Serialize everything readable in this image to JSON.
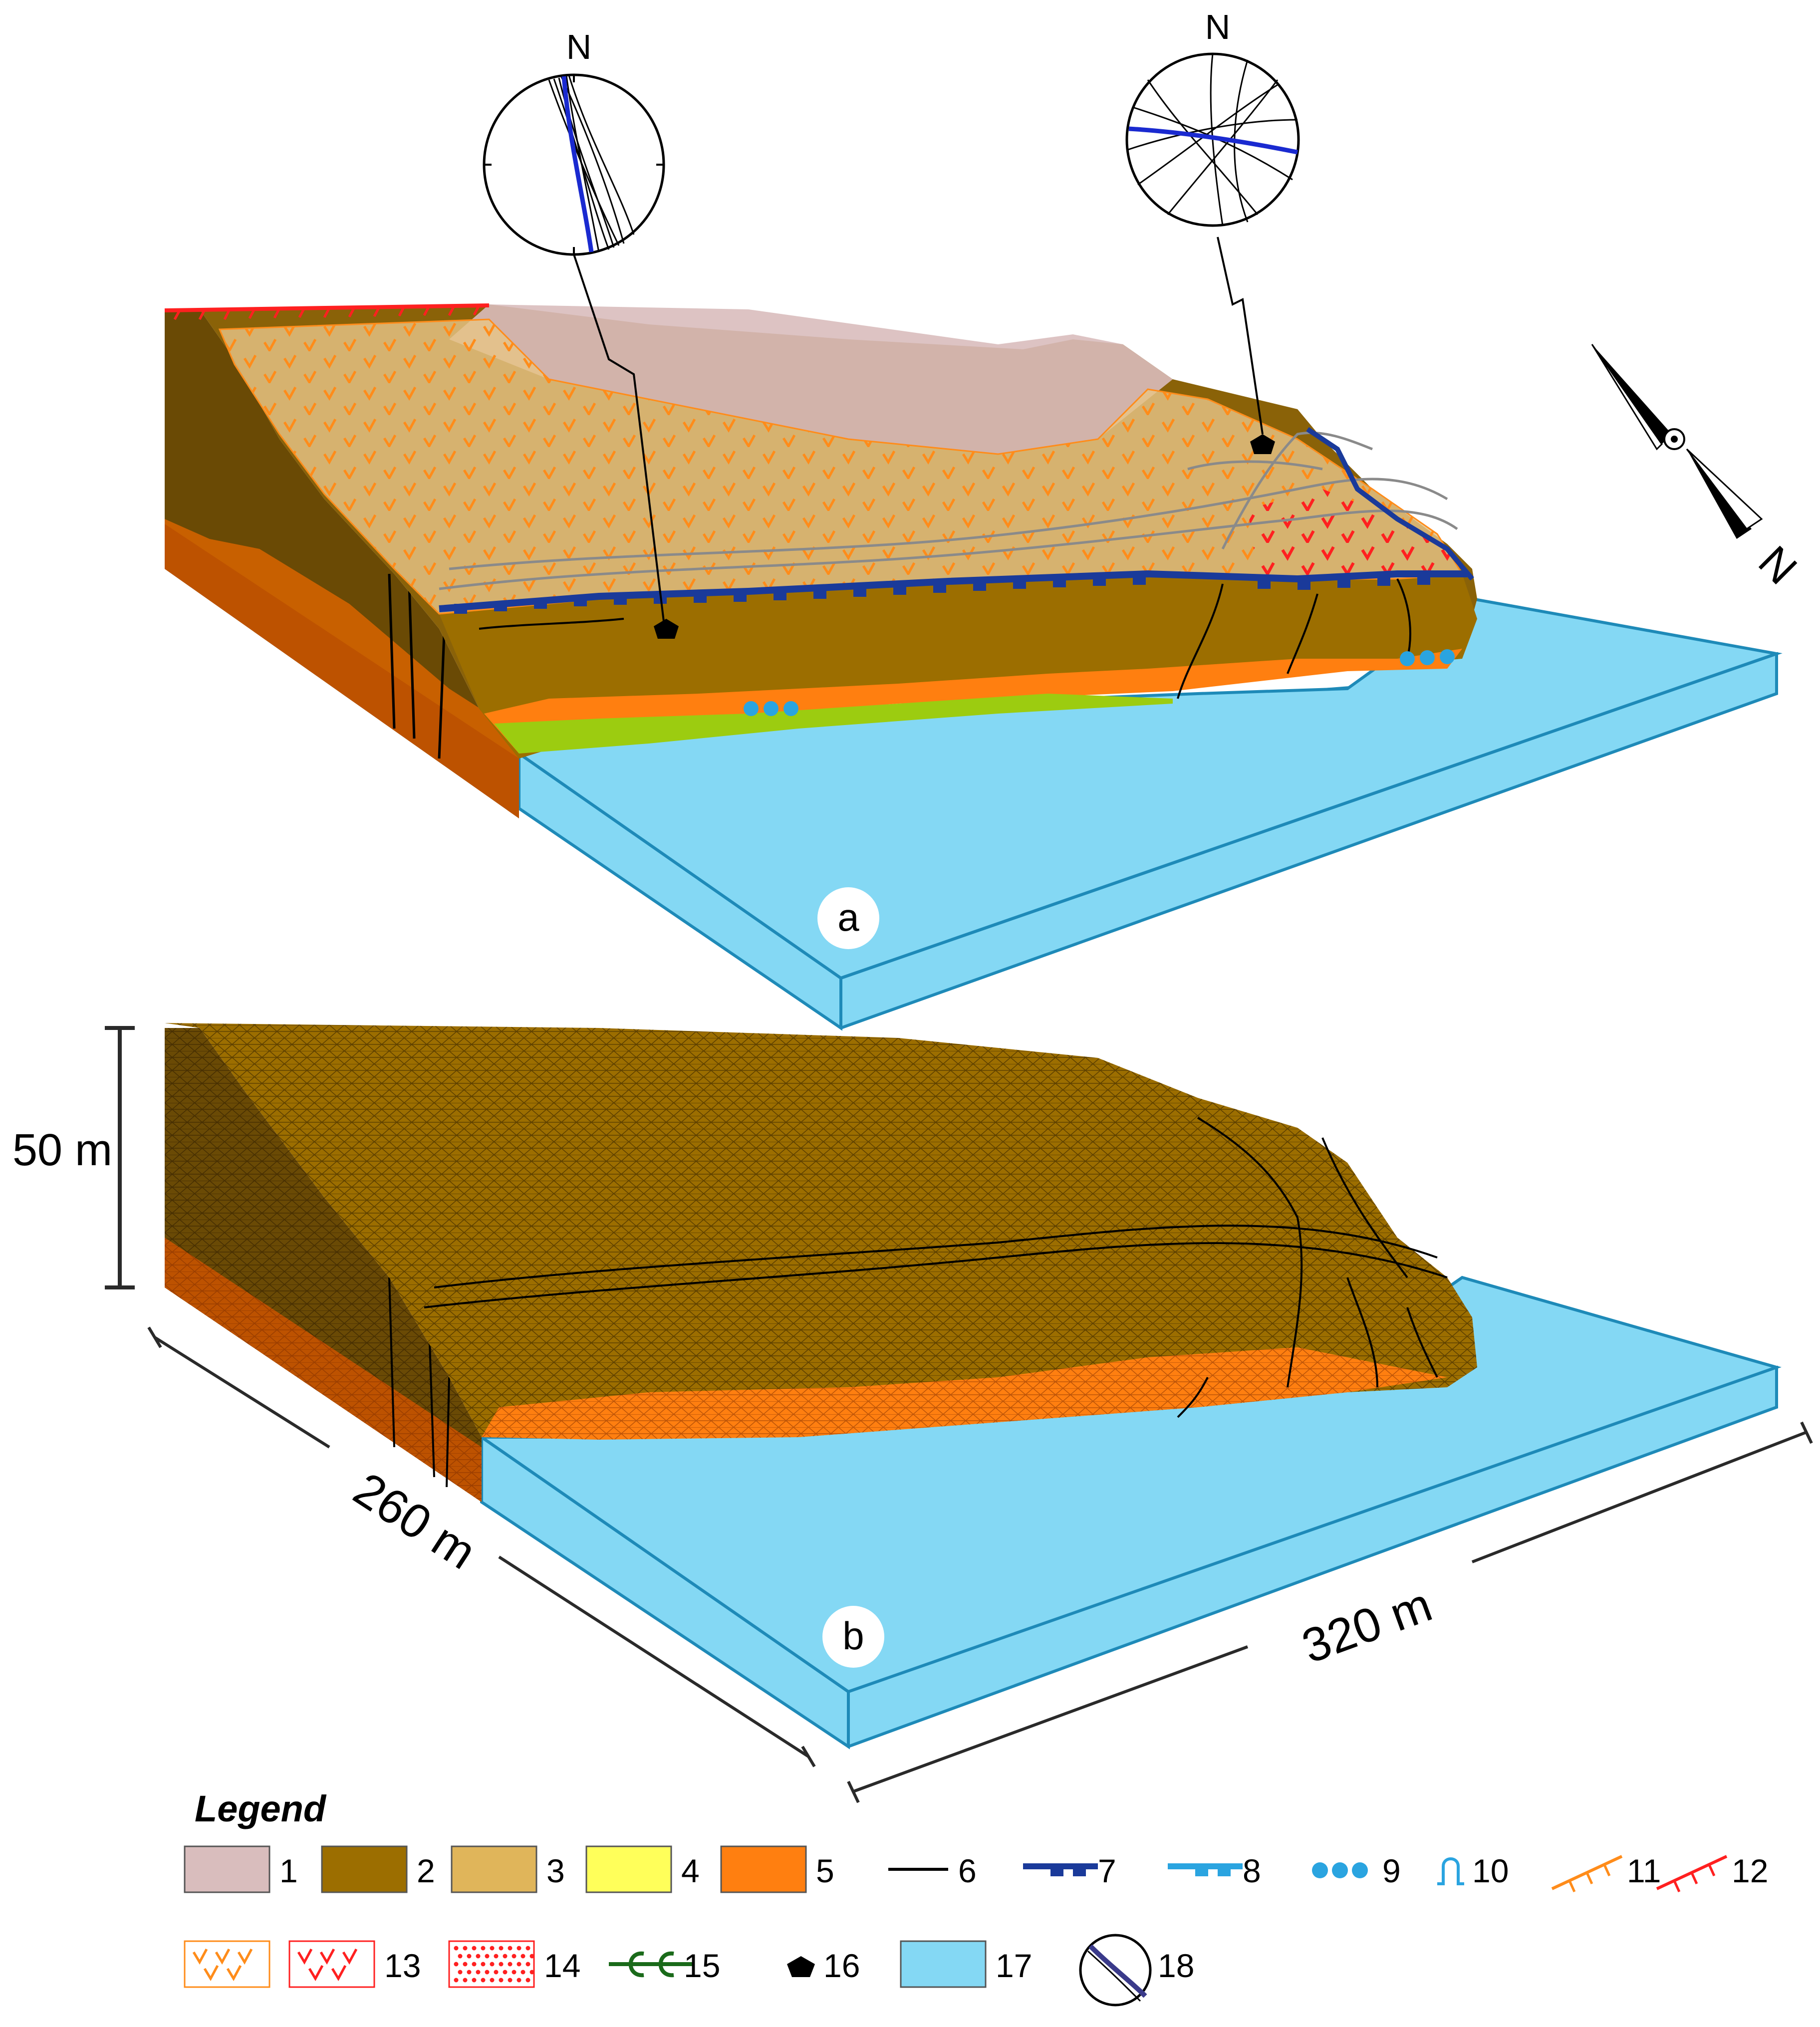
{
  "panels": [
    {
      "id": "a",
      "label": "a"
    },
    {
      "id": "b",
      "label": "b"
    }
  ],
  "stereonets": [
    {
      "north_label": "N"
    },
    {
      "north_label": "N"
    }
  ],
  "scale": {
    "height_label": "50 m",
    "width_label": "260 m",
    "length_label": "320 m"
  },
  "north_arrow": {
    "label": "N"
  },
  "legend": {
    "title": "Legend",
    "items": [
      {
        "num": "1",
        "color": "#d9bdbd",
        "swatch": "fill"
      },
      {
        "num": "2",
        "color": "#9c6e00",
        "swatch": "fill"
      },
      {
        "num": "3",
        "color": "#e0b55a",
        "swatch": "fill"
      },
      {
        "num": "4",
        "color": "#ffff5a",
        "swatch": "fill"
      },
      {
        "num": "5",
        "color": "#ff7f10",
        "swatch": "fill"
      },
      {
        "num": "6",
        "color": "#000000",
        "swatch": "line"
      },
      {
        "num": "7",
        "color": "#1a3a9a",
        "swatch": "dark-blue-block-line"
      },
      {
        "num": "8",
        "color": "#2aa4e0",
        "swatch": "light-blue-block-line"
      },
      {
        "num": "9",
        "color": "#2aa4e0",
        "swatch": "dots"
      },
      {
        "num": "10",
        "color": "#2aa4e0",
        "swatch": "spring"
      },
      {
        "num": "11",
        "color": "#ff8c1a",
        "swatch": "orange-tick-line"
      },
      {
        "num": "12",
        "color": "#ff2020",
        "swatch": "red-tick-line"
      },
      {
        "num": "",
        "color": "#ff8c1a",
        "swatch": "orange-v-box"
      },
      {
        "num": "13",
        "color": "#ff2020",
        "swatch": "red-v-box"
      },
      {
        "num": "14",
        "color": "#ff2020",
        "swatch": "red-dot-box"
      },
      {
        "num": "15",
        "color": "#1a6a1a",
        "swatch": "green-c-line"
      },
      {
        "num": "16",
        "color": "#000000",
        "swatch": "pentagon"
      },
      {
        "num": "17",
        "color": "#84d8f4",
        "swatch": "fill"
      },
      {
        "num": "18",
        "color": "#3a3a8a",
        "swatch": "stereonet"
      }
    ]
  }
}
